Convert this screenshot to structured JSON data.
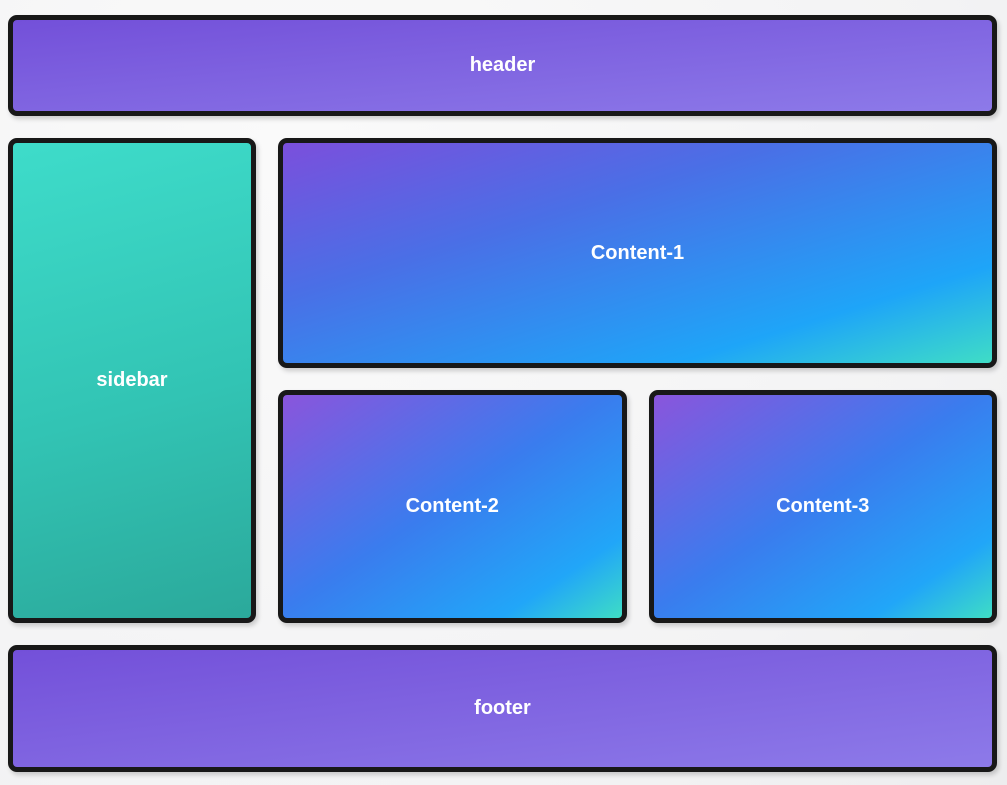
{
  "panels": {
    "header": {
      "label": "header"
    },
    "sidebar": {
      "label": "sidebar"
    },
    "content1": {
      "label": "Content-1"
    },
    "content2": {
      "label": "Content-2"
    },
    "content3": {
      "label": "Content-3"
    },
    "footer": {
      "label": "footer"
    }
  },
  "colors": {
    "page_background": "#f5f5f6",
    "panel_border": "#181818",
    "label_text": "#ffffff",
    "purple_dark": "#7350d9",
    "purple_light": "#8d7ae9",
    "content_purple": "#8a55dc",
    "content_blue": "#21a6f8",
    "content_teal": "#3eddc5",
    "sidebar_teal_top": "#3edcca",
    "sidebar_teal_bottom": "#2ba99b"
  }
}
